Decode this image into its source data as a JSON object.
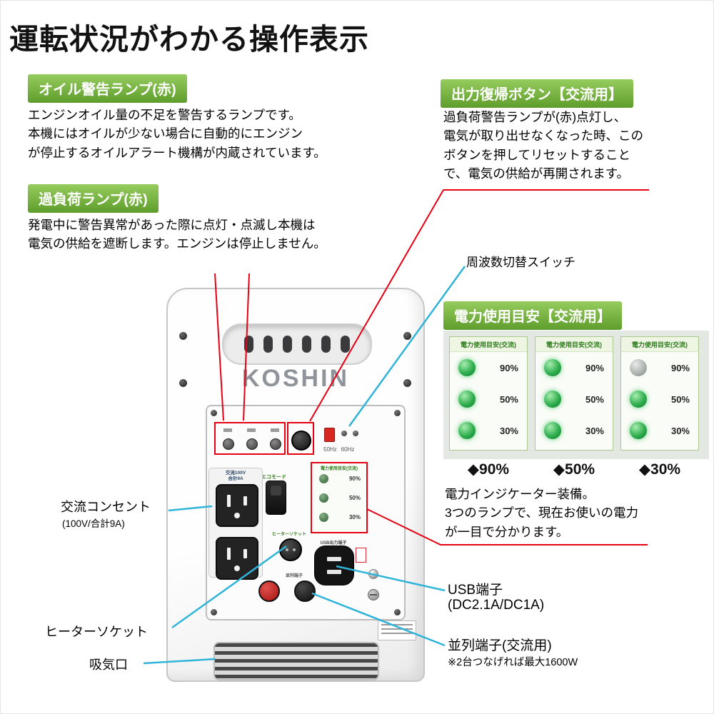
{
  "title": "運転状況がわかる操作表示",
  "colors": {
    "green": "#6cae39",
    "red": "#e60012",
    "cyan": "#2fb4d9",
    "led_on": "#2fae4e",
    "led_off": "#a9b1ad"
  },
  "callouts": {
    "oil": {
      "label": "オイル警告ランプ(赤)",
      "body": "エンジンオイル量の不足を警告するランプです。\n本機にはオイルが少ない場合に自動的にエンジン\nが停止するオイルアラート機構が内蔵されています。"
    },
    "overload": {
      "label": "過負荷ランプ(赤)",
      "body": "発電中に警告異常があった際に点灯・点滅し本機は\n電気の供給を遮断します。エンジンは停止しません。"
    },
    "reset": {
      "label": "出力復帰ボタン【交流用】",
      "body": "過負荷警告ランプが(赤)点灯し、\n電気が取り出せなくなった時、この\nボタンを押してリセットすること\nで、電気の供給が再開されます。"
    },
    "power_guide": {
      "label": "電力使用目安【交流用】",
      "body": "電力インジケーター装備。\n3つのランプで、現在お使いの電力\nが一目で分かります。"
    }
  },
  "labels": {
    "freq_switch": "周波数切替スイッチ",
    "ac_outlet": "交流コンセント",
    "ac_outlet_sub": "(100V/合計9A)",
    "heater_socket": "ヒーターソケット",
    "air_intake": "吸気口",
    "usb": "USB端子",
    "usb_sub": "(DC2.1A/DC1A)",
    "parallel": "並列端子(交流用)",
    "parallel_sub": "※2台つなげれば最大1600W"
  },
  "indicator": {
    "header": "電力使用目安(交流)",
    "rows": [
      "90%",
      "50%",
      "30%"
    ],
    "panels": [
      {
        "name": "◆90%",
        "leds": [
          "on",
          "on",
          "on"
        ]
      },
      {
        "name": "◆50%",
        "leds": [
          "on",
          "on",
          "on"
        ]
      },
      {
        "name": "◆30%",
        "leds": [
          "off",
          "on",
          "on"
        ]
      }
    ]
  },
  "machine": {
    "brand": "KOSHIN",
    "freq_50": "50Hz",
    "freq_60": "60Hz",
    "eco_label": "エコモード",
    "outlet_label": "交流100V\n合計9A",
    "heater_label": "ヒーターソケット",
    "usb_label": "USB出力端子",
    "parallel_label": "並列端子"
  }
}
